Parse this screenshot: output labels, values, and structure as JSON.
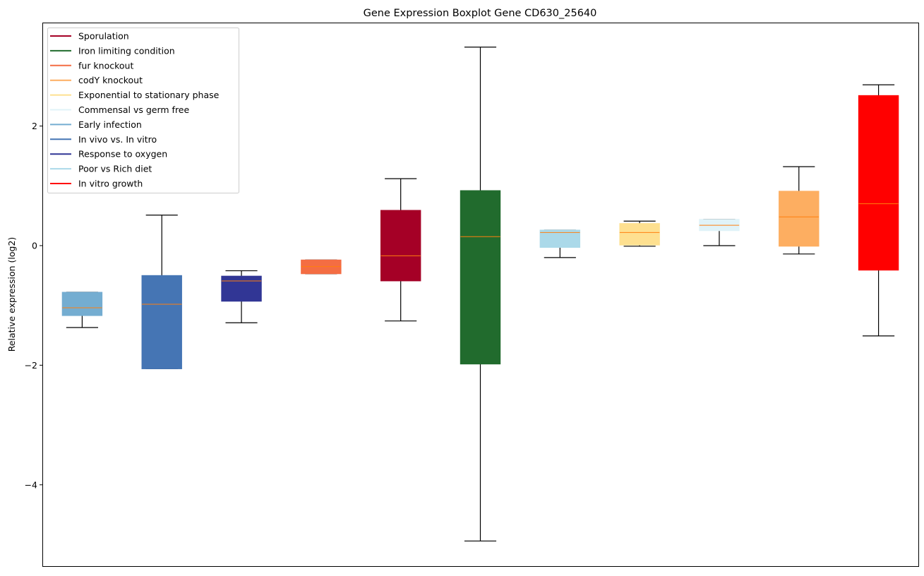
{
  "chart_data": {
    "type": "boxplot",
    "title": "Gene Expression Boxplot Gene CD630_25640",
    "xlabel": "",
    "ylabel": "Relative expression (log2)",
    "ylim": [
      -5.36,
      3.73
    ],
    "yticks": [
      2,
      0,
      -2,
      -4
    ],
    "ytick_labels": [
      "2",
      "0",
      "−2",
      "−4"
    ],
    "grid": false,
    "legend_position": "top-left",
    "legend": [
      {
        "label": "Sporulation",
        "color": "#a50026"
      },
      {
        "label": "Iron limiting condition",
        "color": "#216b2d"
      },
      {
        "label": "fur knockout",
        "color": "#f46d43"
      },
      {
        "label": "codY knockout",
        "color": "#fdae61"
      },
      {
        "label": "Exponential to stationary phase",
        "color": "#fee090"
      },
      {
        "label": "Commensal vs germ free",
        "color": "#e0f3f8"
      },
      {
        "label": "Early infection",
        "color": "#74add1"
      },
      {
        "label": "In vivo vs. In vitro",
        "color": "#4575b4"
      },
      {
        "label": "Response to oxygen",
        "color": "#313695"
      },
      {
        "label": "Poor vs Rich diet",
        "color": "#abd9e9"
      },
      {
        "label": "In vitro growth",
        "color": "#ff0000"
      }
    ],
    "boxes": [
      {
        "name": "Early infection",
        "color": "#74add1",
        "whislo": -1.37,
        "q1": -1.17,
        "med": -1.04,
        "q3": -0.78,
        "whishi": -0.78
      },
      {
        "name": "In vivo vs. In vitro",
        "color": "#4575b4",
        "whislo": -2.06,
        "q1": -2.06,
        "med": -0.98,
        "q3": -0.5,
        "whishi": 0.51
      },
      {
        "name": "Response to oxygen",
        "color": "#313695",
        "whislo": -1.29,
        "q1": -0.93,
        "med": -0.59,
        "q3": -0.51,
        "whishi": -0.42
      },
      {
        "name": "fur knockout",
        "color": "#f46d43",
        "whislo": -0.47,
        "q1": -0.47,
        "med": -0.35,
        "q3": -0.24,
        "whishi": -0.24
      },
      {
        "name": "Sporulation",
        "color": "#a50026",
        "whislo": -1.26,
        "q1": -0.59,
        "med": -0.17,
        "q3": 0.59,
        "whishi": 1.12
      },
      {
        "name": "Iron limiting condition",
        "color": "#216b2d",
        "whislo": -4.94,
        "q1": -1.98,
        "med": 0.15,
        "q3": 0.92,
        "whishi": 3.32
      },
      {
        "name": "Poor vs Rich diet",
        "color": "#abd9e9",
        "whislo": -0.2,
        "q1": -0.03,
        "med": 0.22,
        "q3": 0.26,
        "whishi": 0.26
      },
      {
        "name": "Exponential to stationary phase",
        "color": "#fee090",
        "whislo": -0.01,
        "q1": 0.01,
        "med": 0.22,
        "q3": 0.37,
        "whishi": 0.41
      },
      {
        "name": "Commensal vs germ free",
        "color": "#e0f3f8",
        "whislo": 0.0,
        "q1": 0.25,
        "med": 0.34,
        "q3": 0.44,
        "whishi": 0.44
      },
      {
        "name": "codY knockout",
        "color": "#fdae61",
        "whislo": -0.14,
        "q1": -0.01,
        "med": 0.48,
        "q3": 0.91,
        "whishi": 1.32
      },
      {
        "name": "In vitro growth",
        "color": "#ff0000",
        "whislo": -1.51,
        "q1": -0.41,
        "med": 0.7,
        "q3": 2.51,
        "whishi": 2.69
      }
    ],
    "median_color": "#ff7f0e"
  }
}
